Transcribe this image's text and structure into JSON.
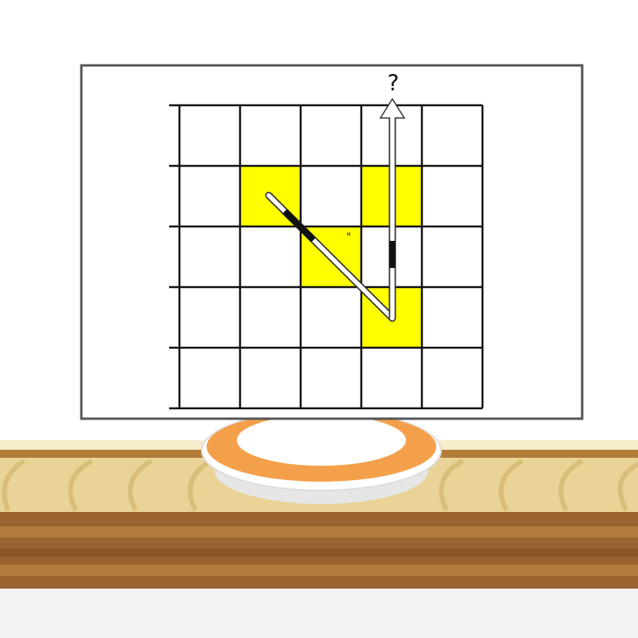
{
  "puzzle": {
    "question_mark": "?",
    "grid": {
      "rows": 5,
      "cols": 5
    },
    "highlighted_cells": [
      [
        1,
        1
      ],
      [
        1,
        3
      ],
      [
        2,
        2
      ],
      [
        3,
        3
      ]
    ],
    "colors": {
      "highlight": "#ffff00",
      "grid_line": "#111111",
      "board_border": "#555555",
      "board_fill": "#ffffff"
    }
  },
  "scene": {
    "colors": {
      "wall": "#ffffff",
      "table_top": "#e9d396",
      "table_rings": "#d9bd7a",
      "table_edge": "#b37c3a",
      "table_front": "#9a6430",
      "table_stripe": "#c48b47",
      "floor": "#f3f3f3",
      "plate_rim": "#f4a04a",
      "plate_center": "#ffffff"
    }
  }
}
